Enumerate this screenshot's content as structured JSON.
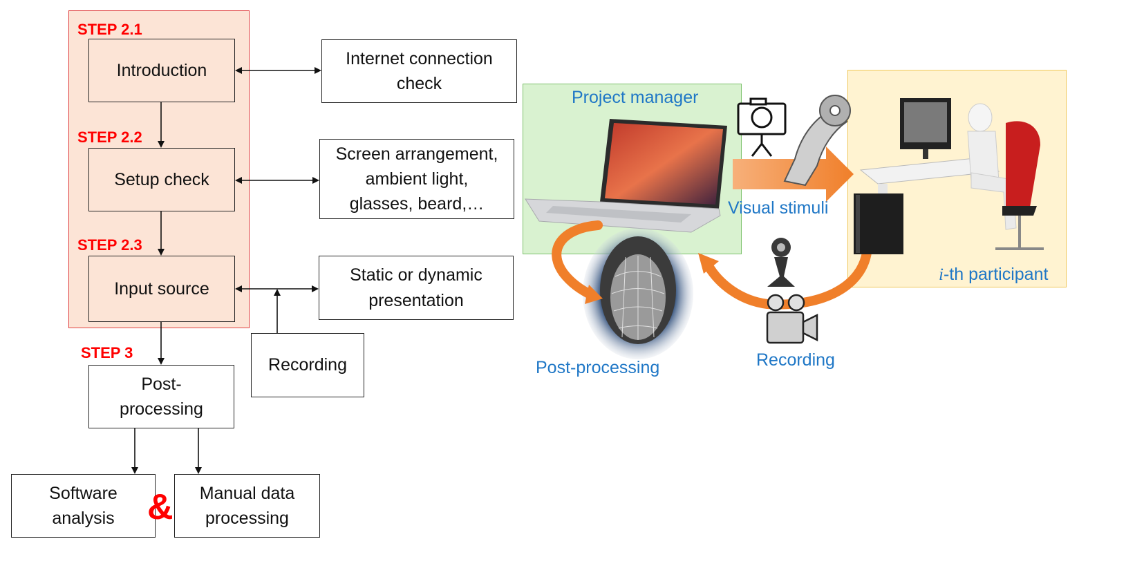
{
  "steps": {
    "s21": "STEP 2.1",
    "s22": "STEP 2.2",
    "s23": "STEP 2.3",
    "s3": "STEP 3"
  },
  "boxes": {
    "introduction": "Introduction",
    "setup_check": "Setup check",
    "input_source": "Input source",
    "internet_check": "Internet connection\ncheck",
    "screen_arrangement": "Screen arrangement,\nambient light,\nglasses, beard,…",
    "presentation": "Static or dynamic\npresentation",
    "recording": "Recording",
    "post_processing": "Post-\nprocessing",
    "software_analysis": "Software\nanalysis",
    "manual_processing": "Manual data\nprocessing",
    "ampersand": "&"
  },
  "illustration": {
    "project_manager": "Project manager",
    "visual_stimuli": "Visual stimuli",
    "participant_italic": "i",
    "participant_rest": "-th participant",
    "post_processing": "Post-processing",
    "recording": "Recording"
  },
  "colors": {
    "step_red": "#ff0000",
    "step_fill": "#fce4d6",
    "label_blue": "#1f77c6",
    "manager_panel": "#d9f2d0",
    "participant_panel": "#fff3d1",
    "arrow_orange": "#f07f2a"
  }
}
